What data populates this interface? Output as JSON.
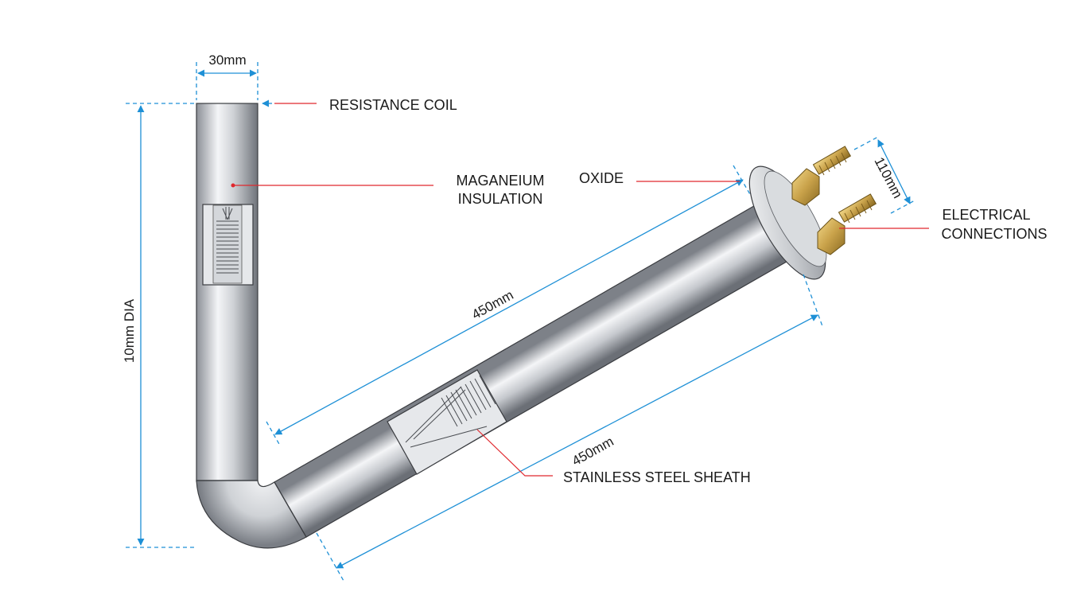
{
  "dimensions": {
    "width_top": "30mm",
    "height_left": "10mm DIA",
    "length_upper": "450mm",
    "length_lower": "450mm",
    "flange": "110mm"
  },
  "labels": {
    "resistance_coil": "RESISTANCE COIL",
    "magnesium_line1": "MAGANEIUM",
    "magnesium_line2": "INSULATION",
    "oxide": "OXIDE",
    "electrical_line1": "ELECTRICAL",
    "electrical_line2": "CONNECTIONS",
    "sheath": "STAINLESS STEEL SHEATH"
  },
  "colors": {
    "dimension": "#1e90d6",
    "leader": "#e0282e",
    "steel_light": "#f2f3f5",
    "steel_dark": "#7d8188",
    "brass": "#c9a24a"
  }
}
